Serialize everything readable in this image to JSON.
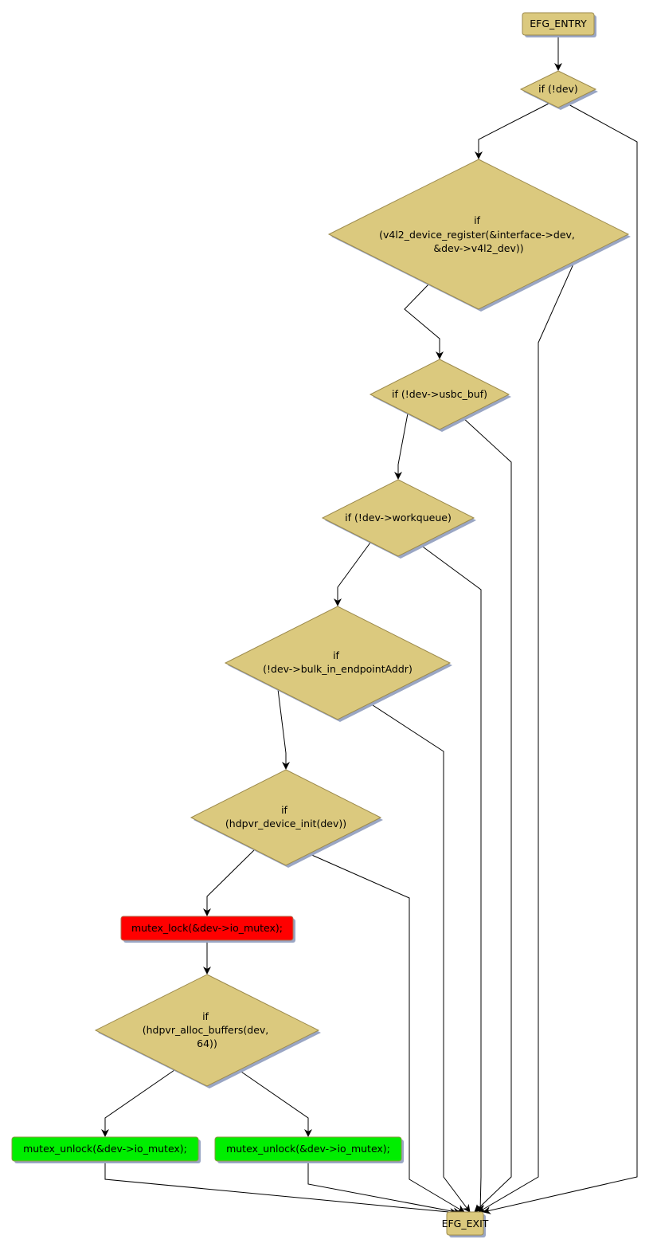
{
  "nodes": {
    "entry": {
      "label": "EFG_ENTRY"
    },
    "cond_dev": {
      "lines": [
        "if (!dev)"
      ]
    },
    "cond_v4l2": {
      "lines": [
        "if",
        "(v4l2_device_register(&interface->dev,",
        "&dev->v4l2_dev))"
      ]
    },
    "cond_usbc_buf": {
      "lines": [
        "if (!dev->usbc_buf)"
      ]
    },
    "cond_workqueue": {
      "lines": [
        "if (!dev->workqueue)"
      ]
    },
    "cond_bulk_in": {
      "lines": [
        "if",
        "(!dev->bulk_in_endpointAddr)"
      ]
    },
    "cond_device_init": {
      "lines": [
        "if",
        "(hdpvr_device_init(dev))"
      ]
    },
    "mutex_lock": {
      "label": "mutex_lock(&dev->io_mutex);"
    },
    "cond_alloc_buffers": {
      "lines": [
        "if",
        "(hdpvr_alloc_buffers(dev,",
        "64))"
      ]
    },
    "unlock_1": {
      "label": "mutex_unlock(&dev->io_mutex);"
    },
    "unlock_2": {
      "label": "mutex_unlock(&dev->io_mutex);"
    },
    "exit": {
      "label": "EFG_EXIT"
    }
  },
  "colors": {
    "node": "#dbc97e",
    "lock": "#ff0000",
    "unlock": "#00ee00",
    "shadow": "#9aa6c4"
  }
}
